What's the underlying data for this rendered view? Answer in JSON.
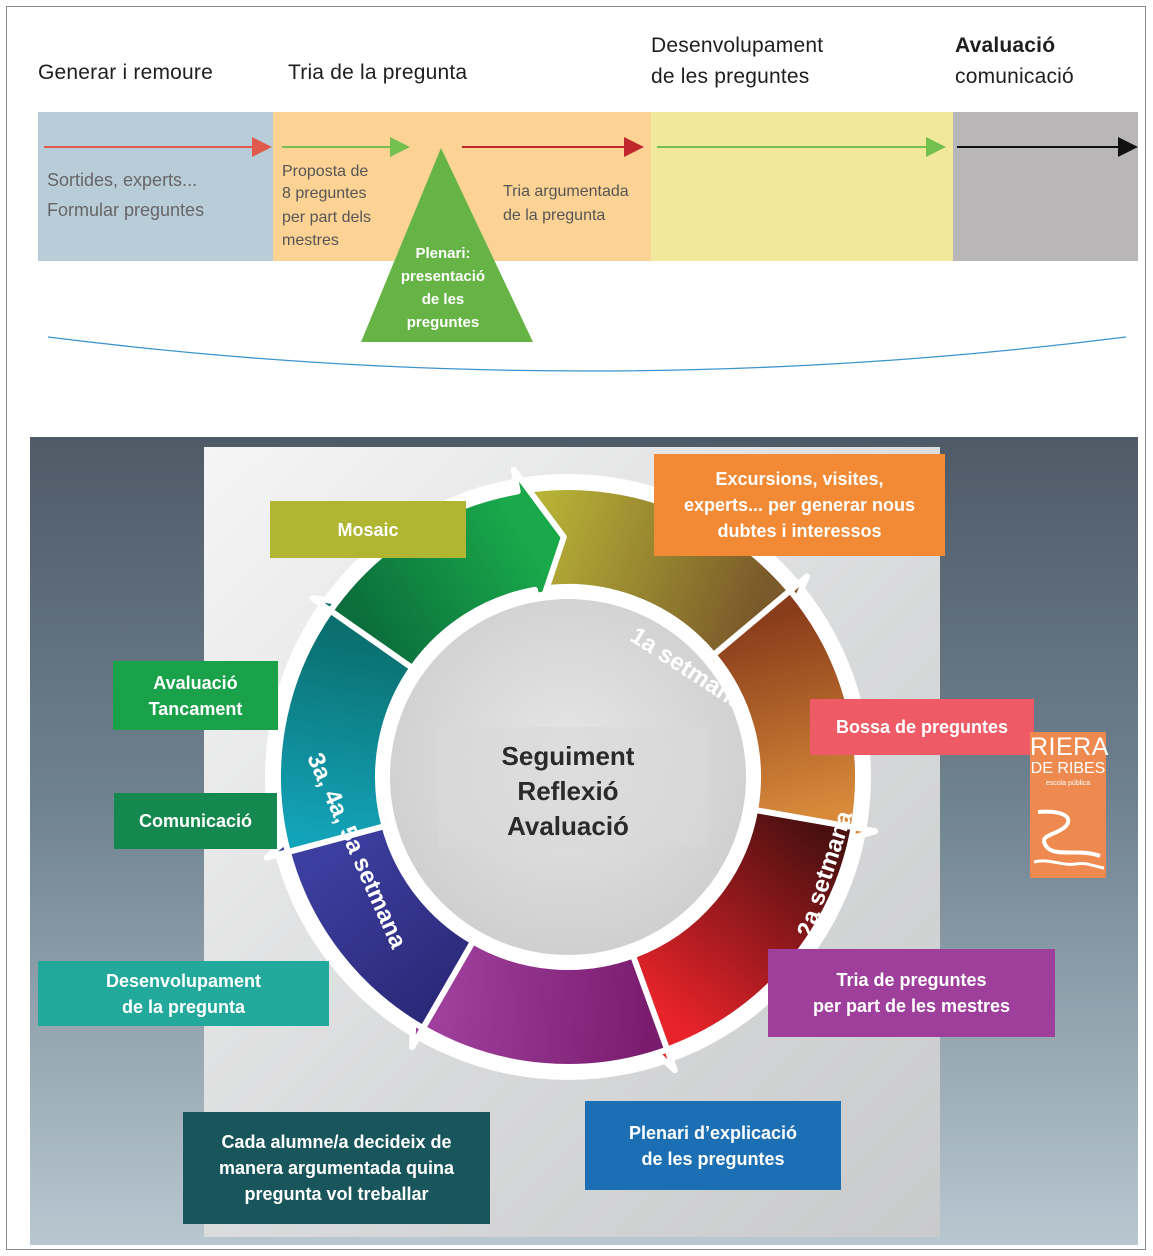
{
  "timeline": {
    "phases": [
      {
        "id": "generar",
        "title": "Generar i remoure"
      },
      {
        "id": "tria",
        "title": "Tria de la pregunta"
      },
      {
        "id": "desenvolupament",
        "title_line1": "Desenvolupament",
        "title_line2": "de les preguntes"
      },
      {
        "id": "avaluacio",
        "title_bold": "Avaluació",
        "title_line2": "comunicació"
      }
    ],
    "band_colors": [
      "#b9cdd9",
      "#fcd395",
      "#f2e89c",
      "#b8b6b6"
    ],
    "notes": {
      "generar_line1": "Sortides, experts...",
      "generar_line2": "Formular preguntes",
      "proposta_line1": "Proposta de",
      "proposta_line2": "8 preguntes",
      "proposta_line3": "per part dels",
      "proposta_line4": "mestres",
      "tria_line1": "Tria argumentada",
      "tria_line2": "de la pregunta"
    },
    "plenari": {
      "line1": "Plenari:",
      "line2": "presentació",
      "line3": "de les",
      "line4": "preguntes",
      "color": "#66b446"
    },
    "arrow_colors": [
      "#e05b4b",
      "#73c04e",
      "#c0272d",
      "#73c04e",
      "#111111"
    ]
  },
  "cycle": {
    "center": {
      "line1": "Seguiment",
      "line2": "Reflexió",
      "line3": "Avaluació"
    },
    "weeks": {
      "w1": "1a setmana",
      "w2": "2a setmana",
      "w3": "3a, 4a, 5a setmana"
    },
    "steps": [
      {
        "id": "mosaic",
        "lines": [
          "Mosaic"
        ],
        "color": "#b0b532"
      },
      {
        "id": "excursions",
        "lines": [
          "Excursions, visites,",
          "experts... per generar nous",
          "dubtes i interessos"
        ],
        "color": "#f28a35"
      },
      {
        "id": "bossa",
        "lines": [
          "Bossa de preguntes"
        ],
        "color": "#ee5a66"
      },
      {
        "id": "tria-preguntes",
        "lines": [
          "Tria de preguntes",
          "per part de les mestres"
        ],
        "color": "#9d3f9b"
      },
      {
        "id": "plenari-explicacio",
        "lines": [
          "Plenari d’explicació",
          "de les preguntes"
        ],
        "color": "#1d6fb4"
      },
      {
        "id": "cada-alumne",
        "lines": [
          "Cada alumne/a decideix de",
          "manera argumentada quina",
          "pregunta vol treballar"
        ],
        "color": "#19565b"
      },
      {
        "id": "desenvolupament-pregunta",
        "lines": [
          "Desenvolupament",
          "de la pregunta"
        ],
        "color": "#23a99c"
      },
      {
        "id": "comunicacio",
        "lines": [
          "Comunicació"
        ],
        "color": "#15884f"
      },
      {
        "id": "avaluacio-tancament",
        "lines": [
          "Avaluació",
          "Tancament"
        ],
        "color": "#1aa24b"
      }
    ]
  },
  "logo": {
    "line1": "RIERA",
    "line2": "DE RIBES",
    "line3": "escola pública",
    "color": "#ee8a4f"
  }
}
